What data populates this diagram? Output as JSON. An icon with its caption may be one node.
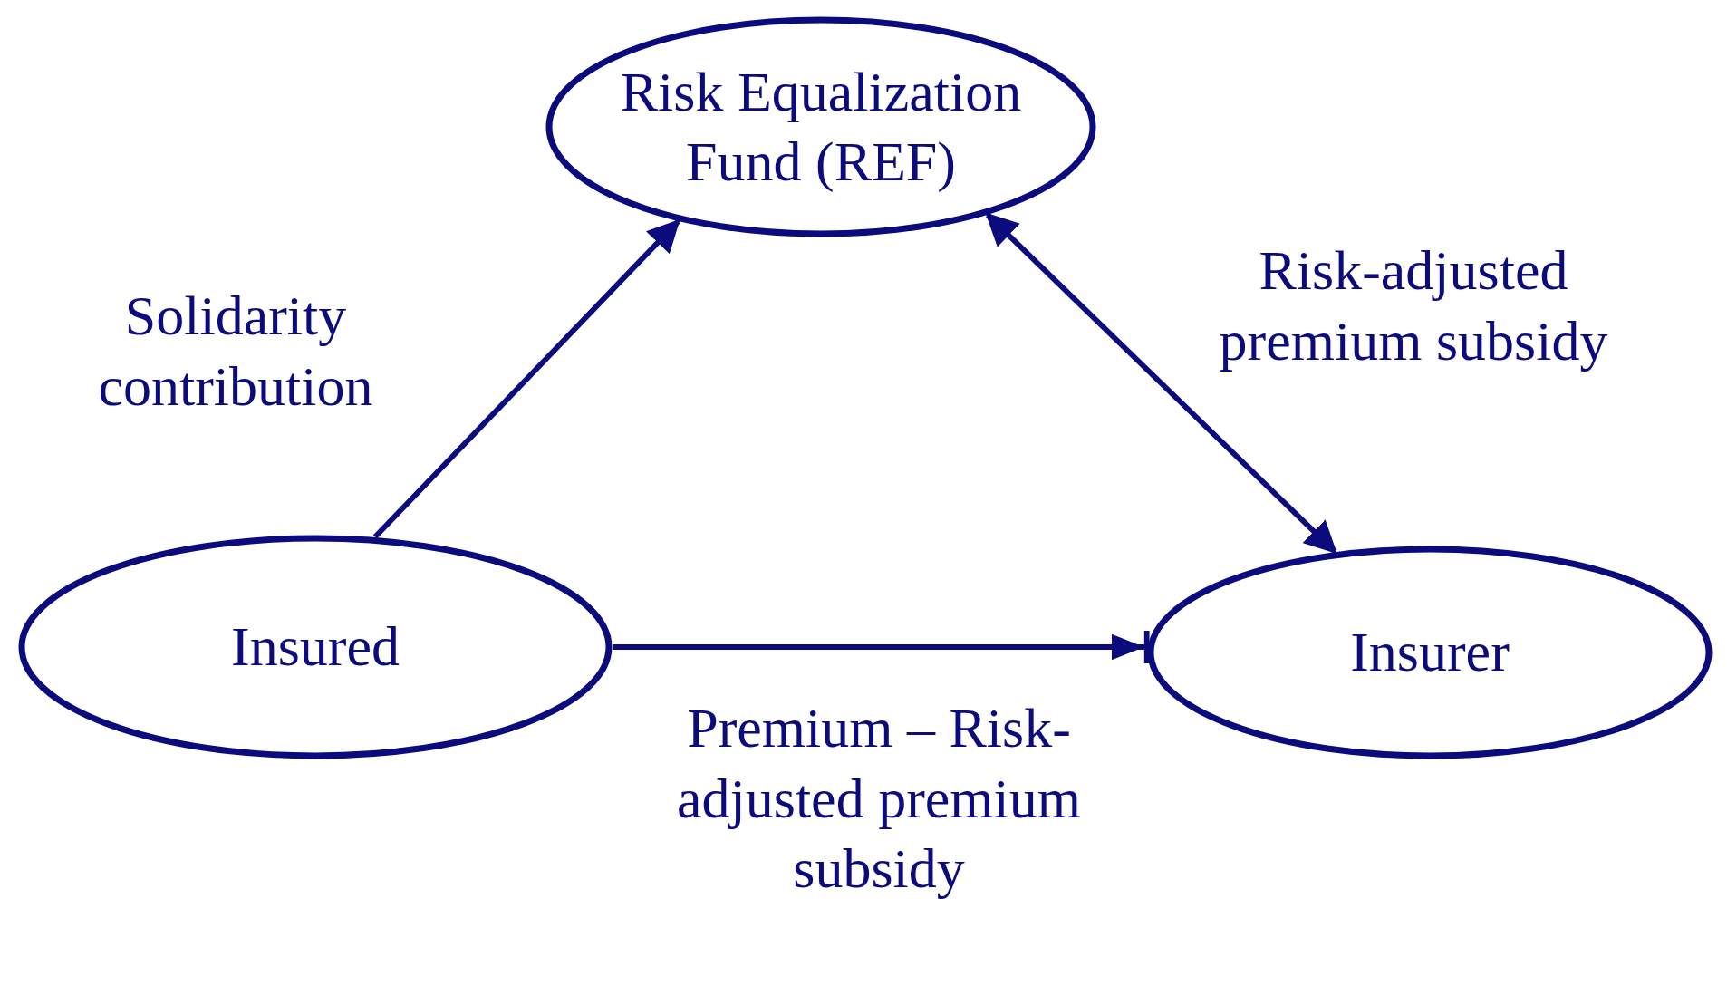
{
  "diagram": {
    "nodes": [
      {
        "text": [
          "Risk Equalization Fund (REF)"
        ]
      },
      {
        "text": [
          "Insured"
        ]
      },
      {
        "text": [
          "Insurer"
        ]
      }
    ],
    "edges": [
      {
        "from": 1,
        "to": 0,
        "arrow": "to",
        "label": "Solidarity contribution"
      },
      {
        "from": 0,
        "to": 2,
        "arrow": "both",
        "label": "Risk-adjusted premium subsidy"
      },
      {
        "from": 1,
        "to": 2,
        "arrow": "to",
        "label": "Premium – Risk-adjusted premium subsidy"
      }
    ]
  }
}
